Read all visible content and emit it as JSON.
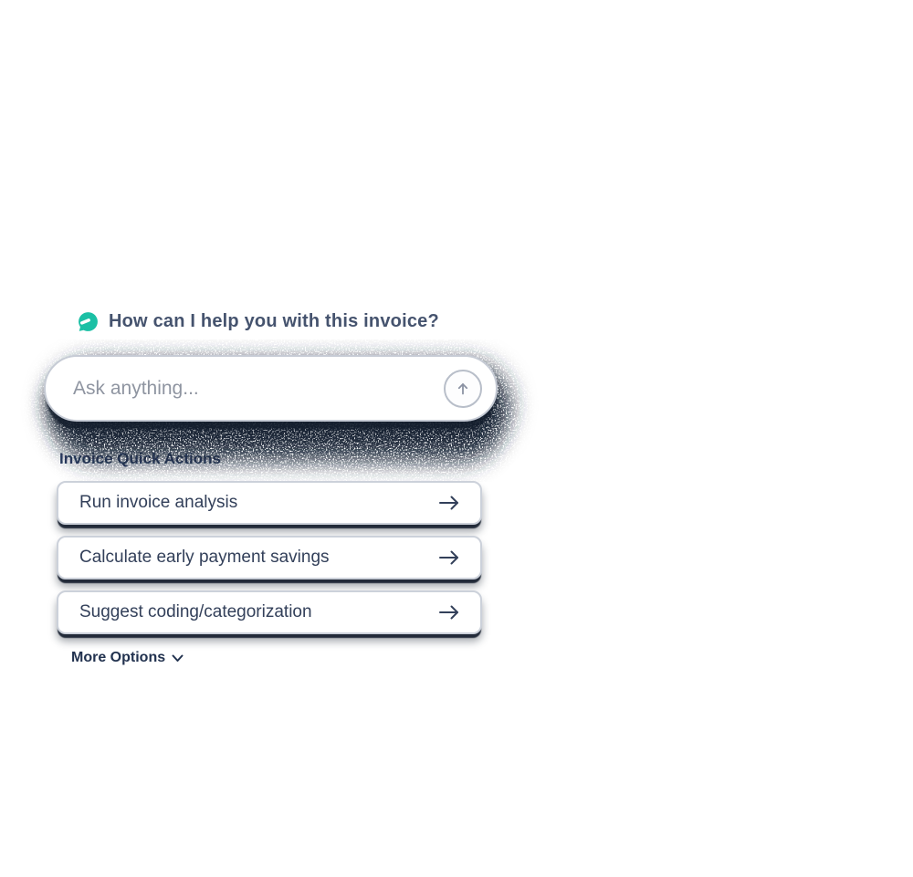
{
  "assistant": {
    "logo_icon": "chat-bubble-icon",
    "greeting": "How can I help you with this invoice?",
    "input": {
      "placeholder": "Ask anything...",
      "value": "",
      "submit_icon": "arrow-up-icon"
    },
    "quick_actions": {
      "section_label": "Invoice Quick Actions",
      "items": [
        {
          "label": "Run invoice analysis",
          "icon": "arrow-right-icon"
        },
        {
          "label": "Calculate early payment savings",
          "icon": "arrow-right-icon"
        },
        {
          "label": "Suggest coding/categorization",
          "icon": "arrow-right-icon"
        }
      ],
      "more_label": "More Options",
      "more_icon": "chevron-down-icon"
    },
    "colors": {
      "accent_teal": "#1bc0a5",
      "text_navy": "#33405a",
      "heading_navy": "#45536e",
      "shadow_navy": "#151f2e",
      "border_gray": "#c6cbd5",
      "placeholder_gray": "#8f95a1"
    }
  }
}
